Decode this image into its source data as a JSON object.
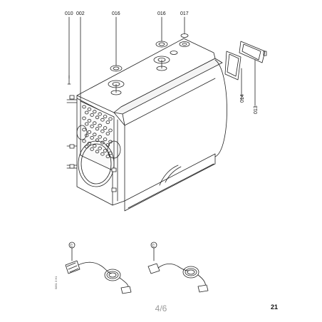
{
  "parts": {
    "p010": "010",
    "p002": "002",
    "p016a": "016",
    "p016b": "016",
    "p017": "017",
    "p014": "014",
    "p013": "013"
  },
  "harness": {
    "marker_left": "C",
    "marker_right": "C"
  },
  "footer": {
    "page_indicator": "4/6",
    "page_number": "21",
    "doc_id": "5851 3 H1"
  },
  "colors": {
    "line": "#222222",
    "footer_grey": "#9a9a9a"
  }
}
